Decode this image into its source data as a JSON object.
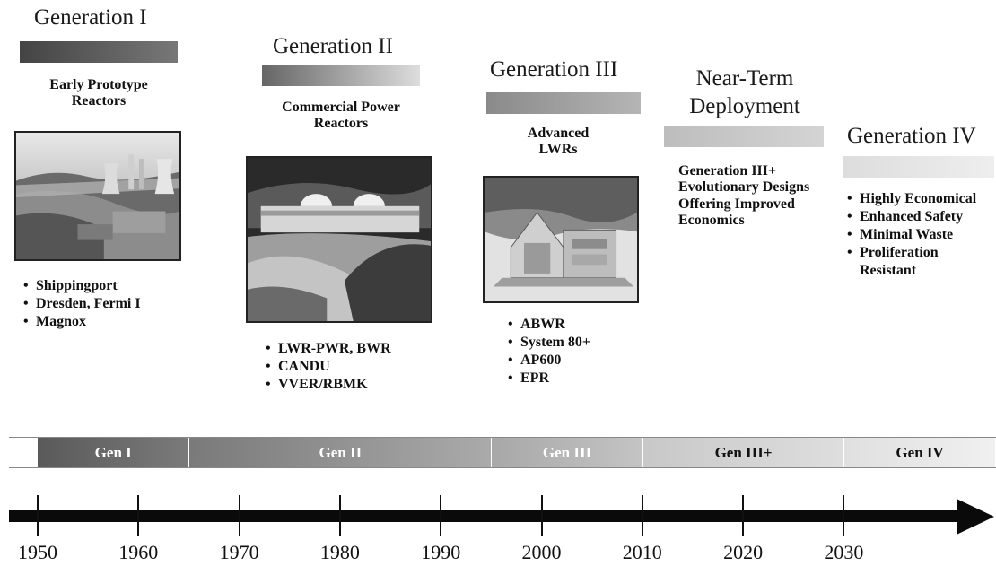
{
  "generations": [
    {
      "title": "Generation I",
      "subtitle": "Early Prototype Reactors",
      "bullets": [
        "Shippingport",
        "Dresden, Fermi I",
        "Magnox"
      ],
      "bar_colors": [
        "#444444",
        "#777777"
      ]
    },
    {
      "title": "Generation II",
      "subtitle": "Commercial Power Reactors",
      "bullets": [
        "LWR-PWR, BWR",
        "CANDU",
        "VVER/RBMK"
      ],
      "bar_colors": [
        "#666666",
        "#dddddd"
      ]
    },
    {
      "title": "Generation III",
      "subtitle": "Advanced LWRs",
      "bullets": [
        "ABWR",
        "System 80+",
        "AP600",
        "EPR"
      ],
      "bar_colors": [
        "#8a8a8a",
        "#b5b5b5"
      ]
    },
    {
      "title": "Near-Term Deployment",
      "subtitle": "Generation III+ Evolutionary Designs Offering Improved Economics",
      "bullets": [],
      "bar_colors": [
        "#bdbdbd",
        "#d4d4d4"
      ]
    },
    {
      "title": "Generation IV",
      "subtitle": "",
      "bullets": [
        "Highly Economical",
        "Enhanced Safety",
        "Minimal Waste",
        "Proliferation Resistant"
      ],
      "bar_colors": [
        "#dddddd",
        "#eeeeee"
      ]
    }
  ],
  "timeline": {
    "eras": [
      {
        "label": "Gen I",
        "start": 1950,
        "end": 1965,
        "colors": [
          "#5a5a5a",
          "#7a7a7a"
        ],
        "text_color": "#ffffff"
      },
      {
        "label": "Gen II",
        "start": 1965,
        "end": 1995,
        "colors": [
          "#7a7a7a",
          "#aaaaaa"
        ],
        "text_color": "#ffffff"
      },
      {
        "label": "Gen III",
        "start": 1995,
        "end": 2010,
        "colors": [
          "#a8a8a8",
          "#c4c4c4"
        ],
        "text_color": "#ffffff"
      },
      {
        "label": "Gen III+",
        "start": 2010,
        "end": 2030,
        "colors": [
          "#c8c8c8",
          "#dedede"
        ],
        "text_color": "#111111"
      },
      {
        "label": "Gen IV",
        "start": 2030,
        "end": 2045,
        "colors": [
          "#e0e0e0",
          "#f0f0f0"
        ],
        "text_color": "#111111"
      }
    ],
    "years": [
      "1950",
      "1960",
      "1970",
      "1980",
      "1990",
      "2000",
      "2010",
      "2020",
      "2030"
    ]
  }
}
